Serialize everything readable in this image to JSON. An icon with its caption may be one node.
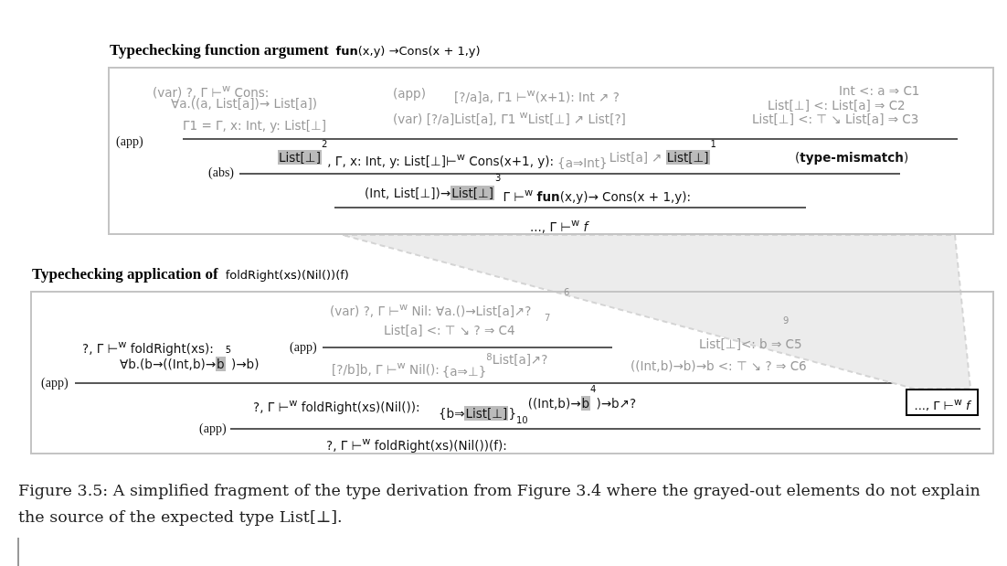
{
  "diagram": {
    "caption": "Figure 3.5: A simplified fragment of the type derivation from Figure 3.4 where the grayed-out elements do not explain the source of the expected type List[⊥].",
    "nodes": [
      {
        "text": [
          "Typechecking function argument",
          "**fun**(x,y) →Cons(x + 1,y)"
        ]
      },
      {
        "text": [
          "Typechecking application of",
          "foldRight(xs)(Nil())(f)"
        ]
      },
      {
        "text": [
          "..., Γ ⊢$^{w}$ *f*"
        ],
        "in": 1
      }
    ],
    "edges": [
      {
        "from": 0,
        "to": 2,
        "arrow": "none",
        "style": "dashed"
      }
    ],
    "labels": [
      "(var) ?, Γ ⊢$^{w}$ Cons:",
      "∀a.((a, List[a])→ List[a])",
      "(app)",
      "[?/a]a, Γ1 ⊢$^{w}$(x+1): Int ↗ ?",
      "(var) [?/a]List[a], Γ1 $^{w}$List[⊥] ↗ List[?]",
      "Int <: a ⇒ C1",
      "List[⊥] <: List[a] ⇒ C2",
      "List[⊥] <: ⊤ ↘ List[a] ⇒ C3",
      "Γ1 = Γ, x: Int, y: List[⊥]",
      "(app)",
      "List[⊥]",
      "2",
      ", Γ, x: Int, y: List[⊥]⊢$^{w}$ Cons(x+1, y):",
      "{a⇒Int}",
      "List[a] ↗",
      "List[⊥]",
      "1",
      "(**type-mismatch**)",
      "(abs)",
      "(Int, List[⊥])→",
      "List[⊥]",
      "3",
      "Γ ⊢$^{w}$ **fun**(x,y)→ Cons(x + 1,y):",
      "..., Γ ⊢$^{w}$ *f*",
      "(var) ?, Γ ⊢$^{w}$ Nil: ∀a.()→List[a]↗?",
      "6",
      "List[a] <: ⊤ ↘ ? ⇒ C4",
      "7",
      "?, Γ ⊢$^{w}$ foldRight(xs):",
      "∀b.(b→((Int,b)→",
      "b",
      "5",
      ")→b)",
      "(app)",
      "[?/b]b, Γ ⊢$^{w}$ Nil():",
      "{a⇒⊥}",
      "8",
      "List[a]↗?",
      "9",
      "List[⊥]<: b ⇒ C5",
      "((Int,b)→b)→b <: ⊤ ↘ ? ⇒ C6",
      "(app)",
      "?, Γ ⊢$^{w}$ foldRight(xs)(Nil()):",
      "{b⇒",
      "List[⊥]",
      "}",
      "10",
      "((Int,b)→",
      "b",
      "4",
      ")→b↗?",
      "(app)",
      "?, Γ ⊢$^{w}$ foldRight(xs)(Nil())(f):"
    ]
  }
}
